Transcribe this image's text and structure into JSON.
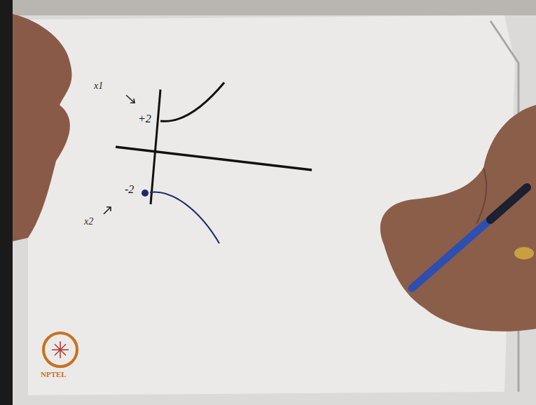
{
  "diagram": {
    "labels": [
      "x1",
      "+2",
      "-2",
      "x2",
      "NPTEL"
    ]
  }
}
